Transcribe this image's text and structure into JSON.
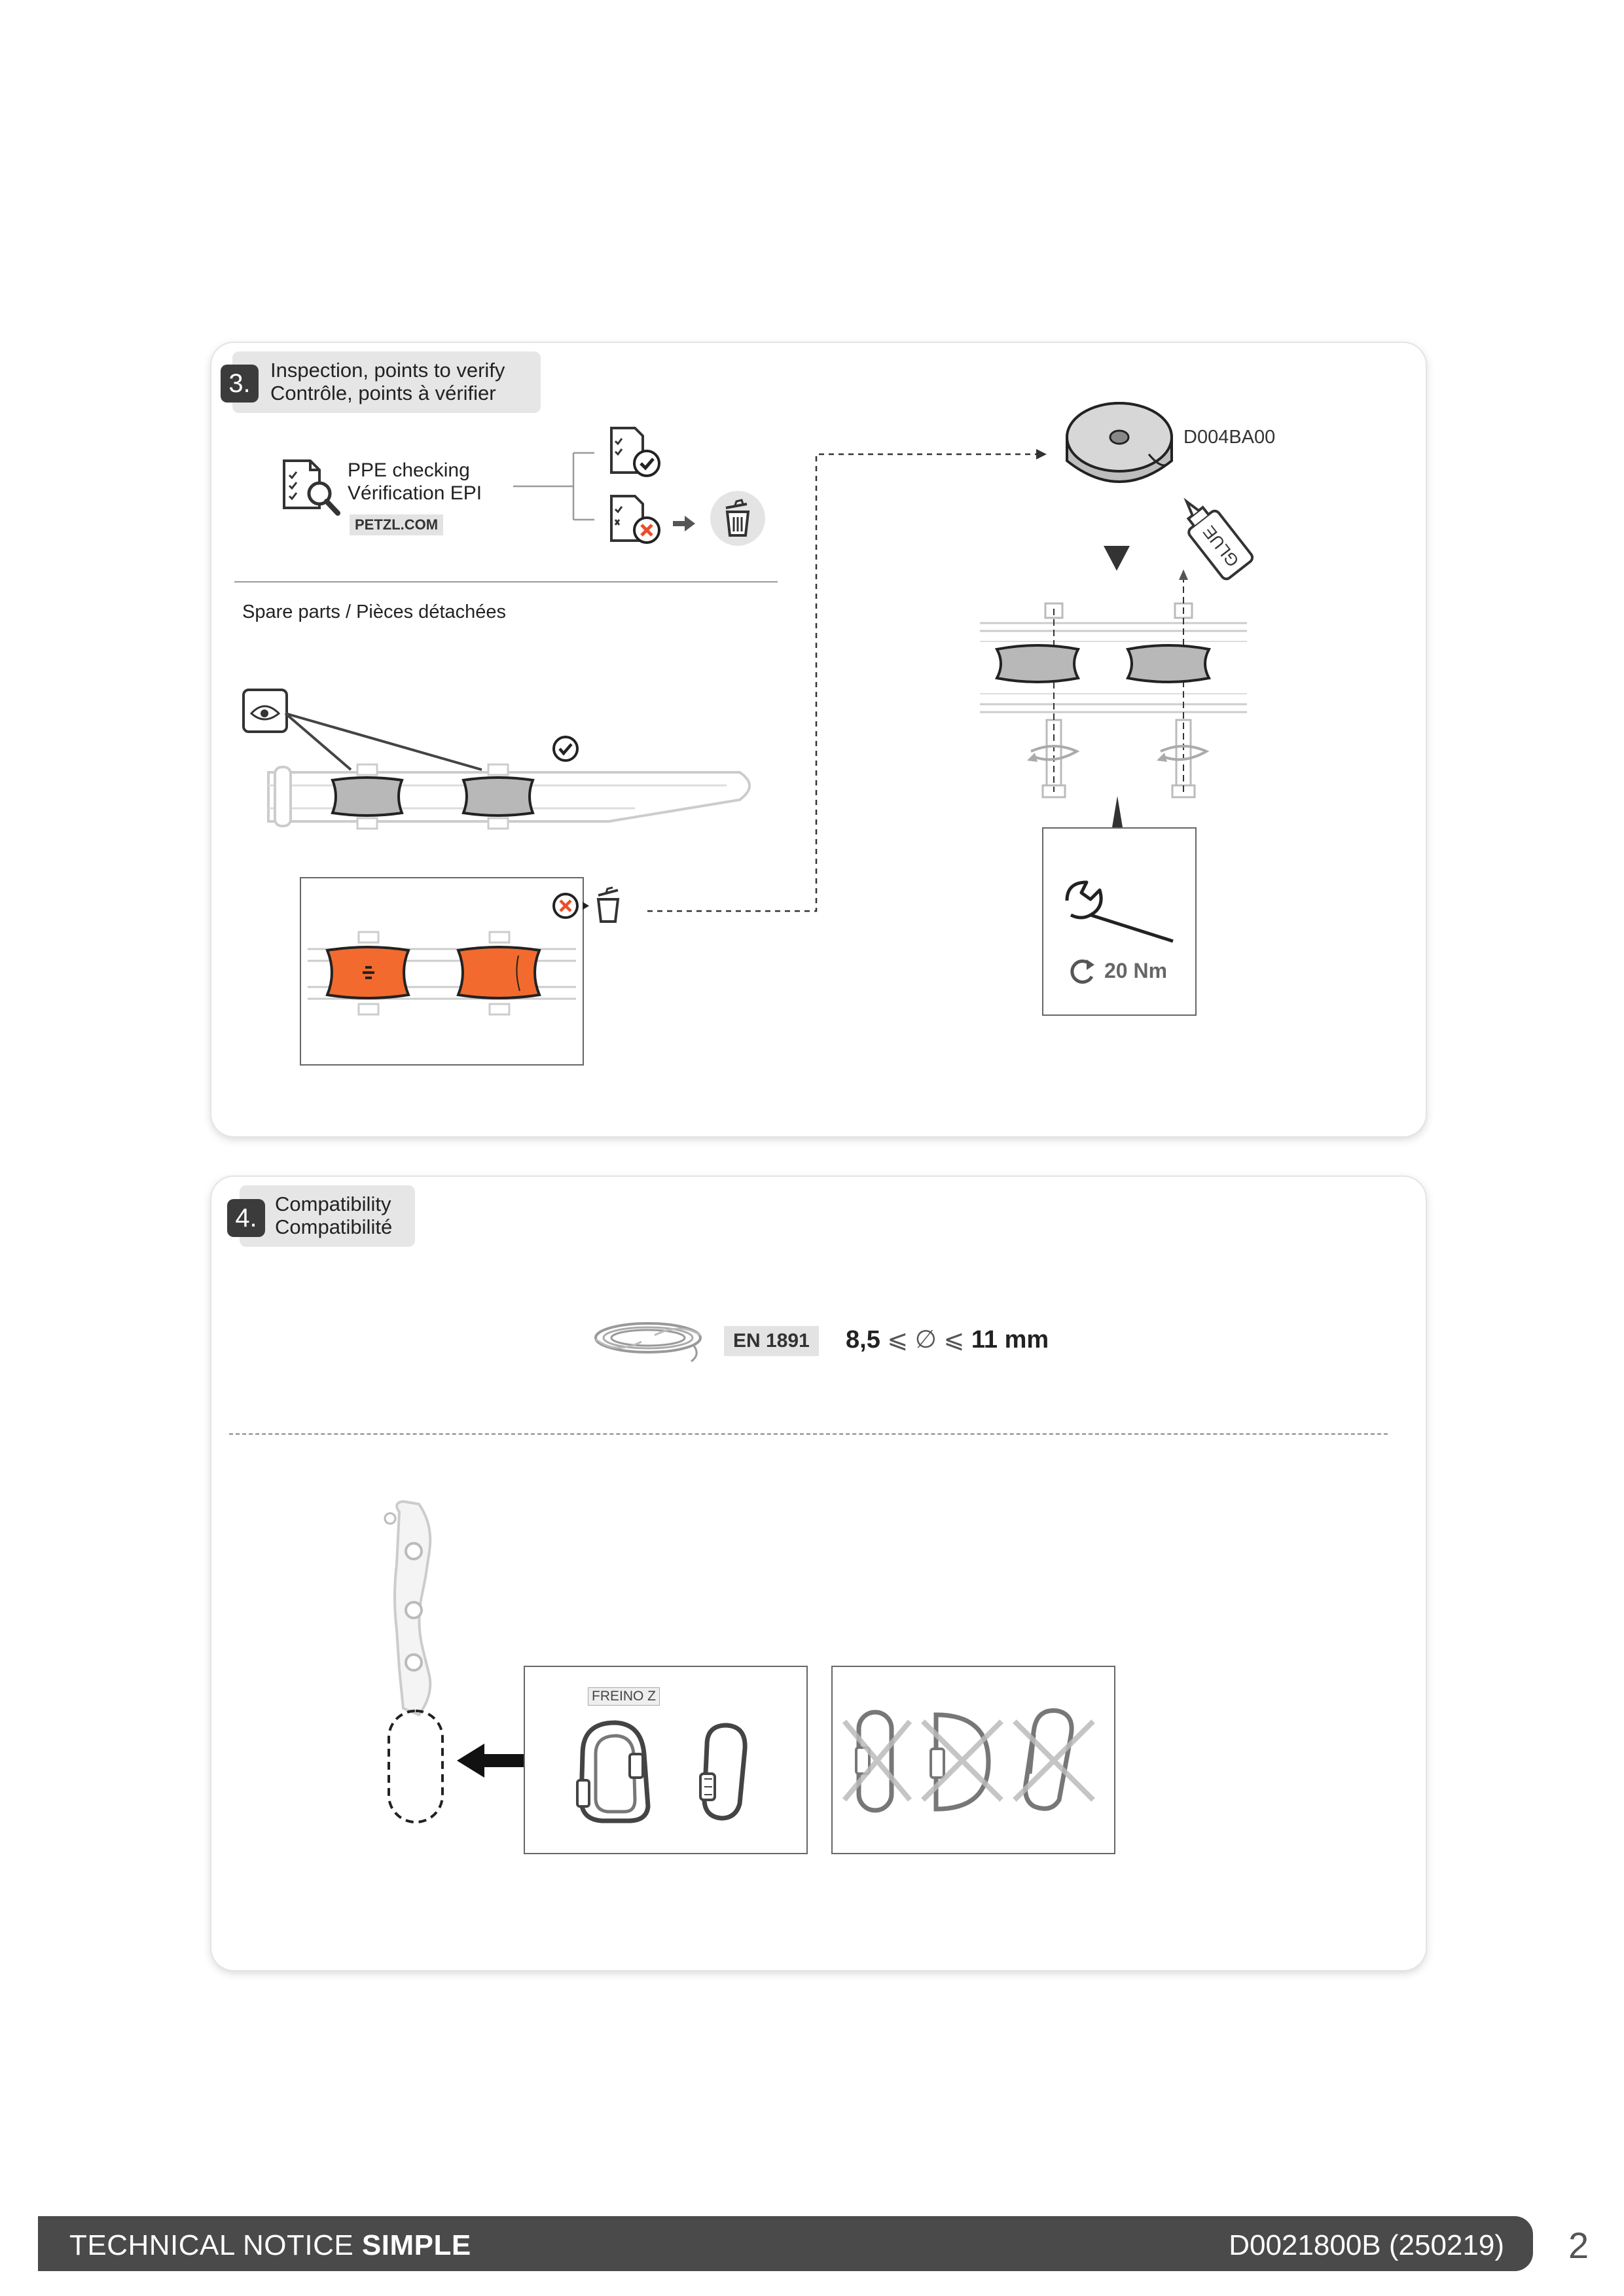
{
  "section3": {
    "number": "3.",
    "title_en": "Inspection, points to verify",
    "title_fr": "Contrôle, points à vérifier",
    "ppe_en": "PPE checking",
    "ppe_fr": "Vérification EPI",
    "website": "PETZL.COM",
    "spare_parts": "Spare parts / Pièces détachées",
    "part_number": "D004BA00",
    "glue_label": "GLUE",
    "torque": "20 Nm"
  },
  "section4": {
    "number": "4.",
    "title_en": "Compatibility",
    "title_fr": "Compatibilité",
    "standard": "EN 1891",
    "diameter_min": "8,5",
    "diameter_max": "11 mm",
    "carabiner_label": "FREINO Z"
  },
  "footer": {
    "left_regular": "TECHNICAL NOTICE ",
    "left_bold": "SIMPLE",
    "doc_code": "D0021800B (250219)",
    "page_number": "2"
  },
  "colors": {
    "worn_orange": "#f26a2e",
    "footer_bg": "#4a4a4a",
    "tab_bg": "#e6e6e6"
  }
}
